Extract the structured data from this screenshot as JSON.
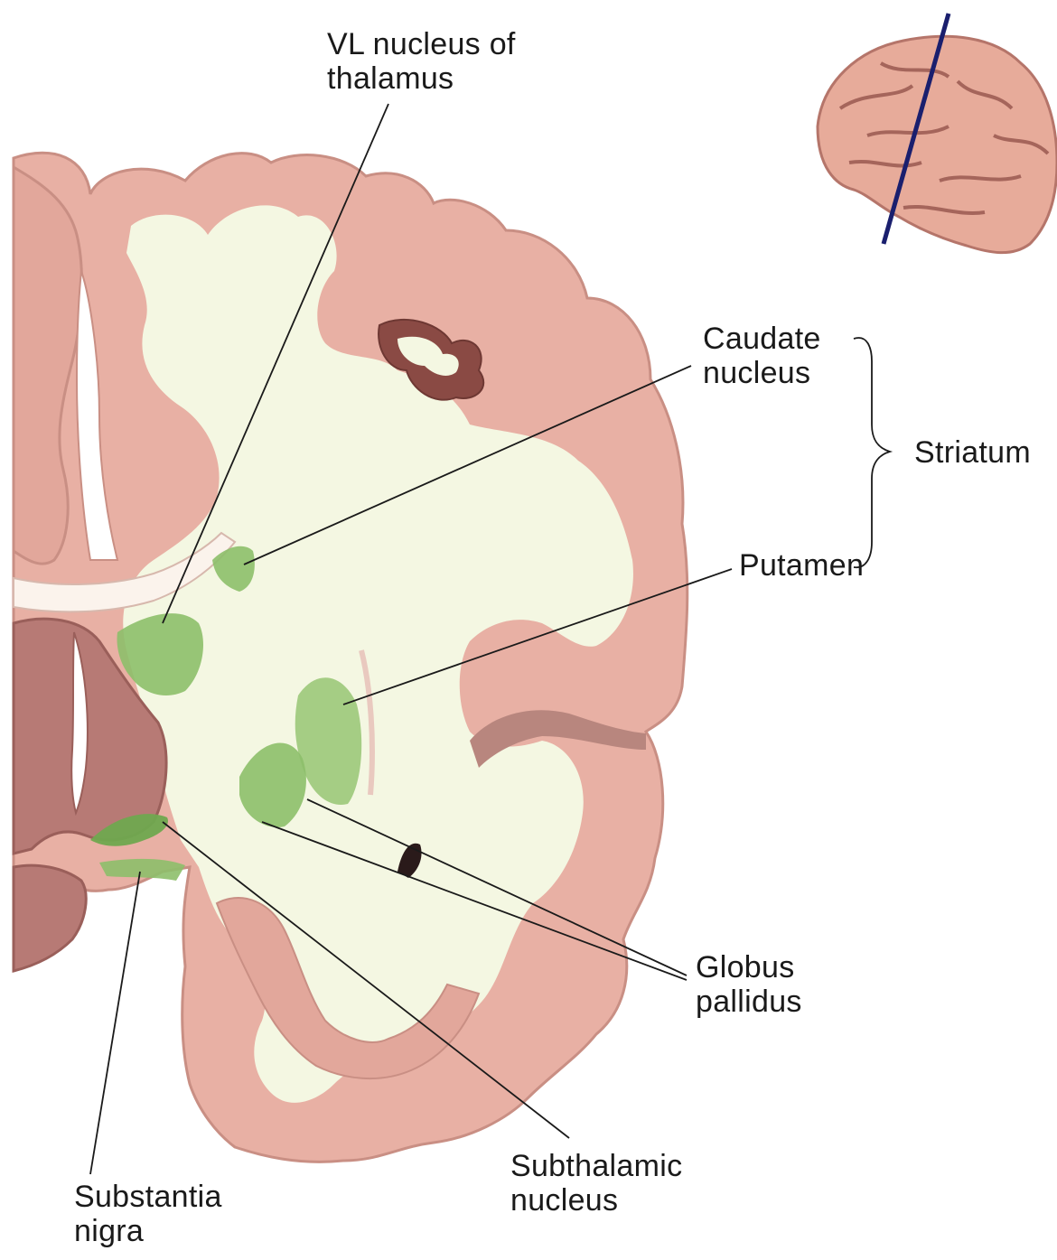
{
  "labels": {
    "vl_nucleus": [
      "VL  nucleus of",
      "thalamus"
    ],
    "caudate": [
      "Caudate",
      "nucleus"
    ],
    "striatum": "Striatum",
    "putamen": "Putamen",
    "globus_pallidus": [
      "Globus",
      "pallidus"
    ],
    "subthalamic": [
      "Subthalamic",
      "nucleus"
    ],
    "substantia_nigra": [
      "Substantia",
      "nigra"
    ]
  },
  "colors": {
    "gray_matter": "#e8b0a4",
    "gray_matter_edge": "#c98f84",
    "white_matter": "#f4f7e2",
    "deep_nuclei": "#c48a84",
    "highlight_green": "#8dbf6a",
    "leader_line": "#1a1a1a",
    "section_plane": "#1a1f6e"
  },
  "inset_icon": "brain-lateral-view-icon"
}
